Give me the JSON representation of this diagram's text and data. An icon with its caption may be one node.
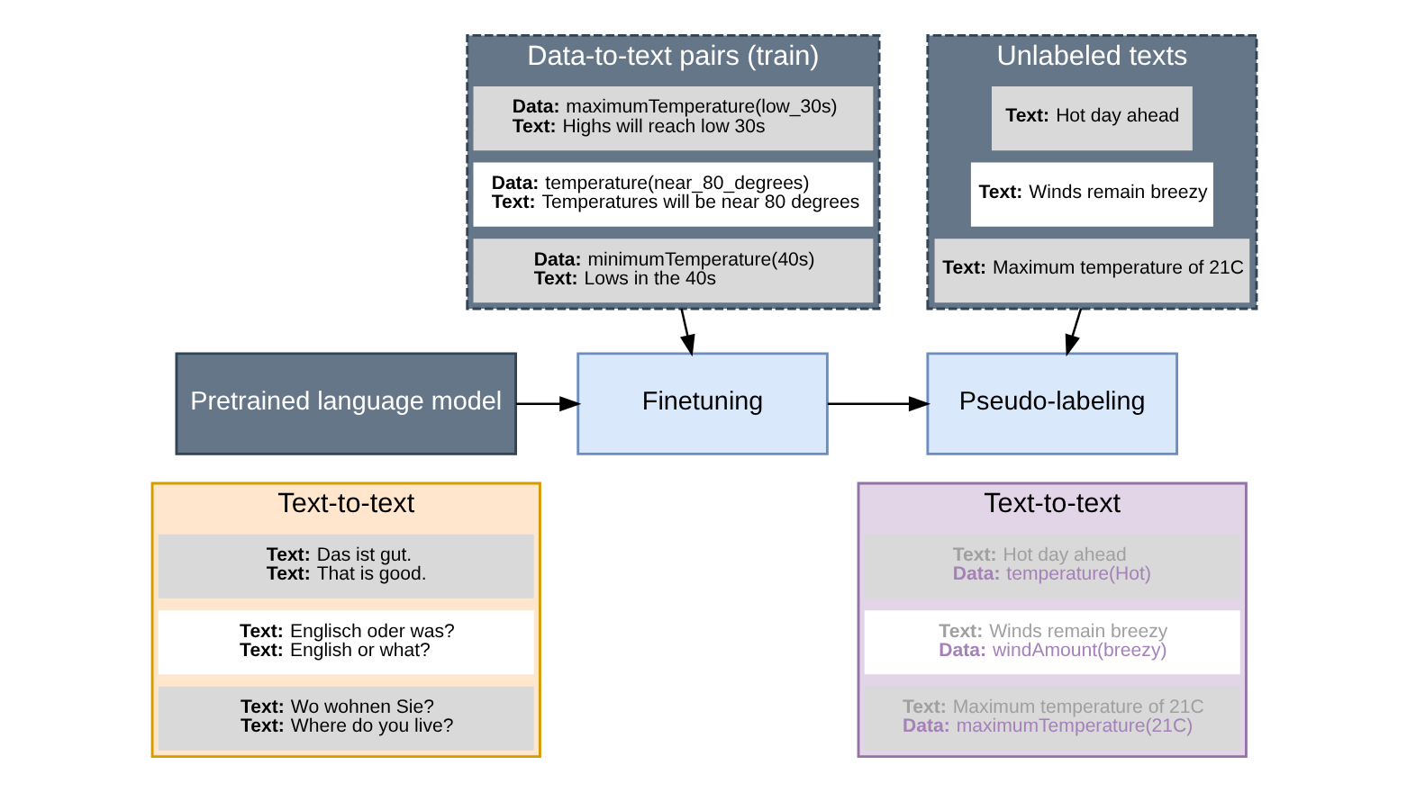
{
  "diagram": {
    "nodes": [
      {
        "text": [
          "Data-to-text pairs (train)"
        ]
      },
      {
        "text": [
          "**Data:** maximumTemperature(low_30s) **Text:** Highs will reach low 30s"
        ],
        "in": 0
      },
      {
        "text": [
          "**Data:** temperature(near_80_degrees) **Text:** Temperatures will be near 80 degrees"
        ],
        "in": 0
      },
      {
        "text": [
          "**Data:** minimumTemperature(40s) **Text:** Lows in the 40s"
        ],
        "in": 0
      },
      {
        "text": [
          "Unlabeled texts"
        ]
      },
      {
        "text": [
          "**Text:** Hot day ahead"
        ],
        "in": 4
      },
      {
        "text": [
          "**Text:** Winds remain breezy"
        ],
        "in": 4
      },
      {
        "text": [
          "**Text:** Maximum temperature of 21C"
        ],
        "in": 4
      },
      {
        "text": [
          "Pretrained language model"
        ]
      },
      {
        "text": [
          "Finetuning"
        ]
      },
      {
        "text": [
          "Pseudo-labeling"
        ]
      },
      {
        "text": [
          "Text-to-text"
        ]
      },
      {
        "text": [
          "**Text:** Das ist gut. **Text:** That is good."
        ],
        "in": 11
      },
      {
        "text": [
          "**Text:** Englisch oder was? **Text:** English or what?"
        ],
        "in": 11
      },
      {
        "text": [
          "**Text:** Wo wohnen Sie? **Text:** Where do you live?"
        ],
        "in": 11
      },
      {
        "text": [
          "Text-to-text"
        ]
      },
      {
        "text": [
          "**Text:** Hot day ahead **Data:** temperature(Hot)"
        ],
        "in": 15
      },
      {
        "text": [
          "**Text:** Winds remain breezy **Data:** windAmount(breezy)"
        ],
        "in": 15
      },
      {
        "text": [
          "**Text:** Maximum temperature of 21C **Data:** maximumTemperature(21C)"
        ],
        "in": 15
      }
    ],
    "edges": [
      {
        "from": 0,
        "to": 9,
        "arrow": "to"
      },
      {
        "from": 4,
        "to": 10,
        "arrow": "to"
      },
      {
        "from": 8,
        "to": 9,
        "arrow": "to"
      },
      {
        "from": 9,
        "to": 10,
        "arrow": "to"
      }
    ]
  }
}
